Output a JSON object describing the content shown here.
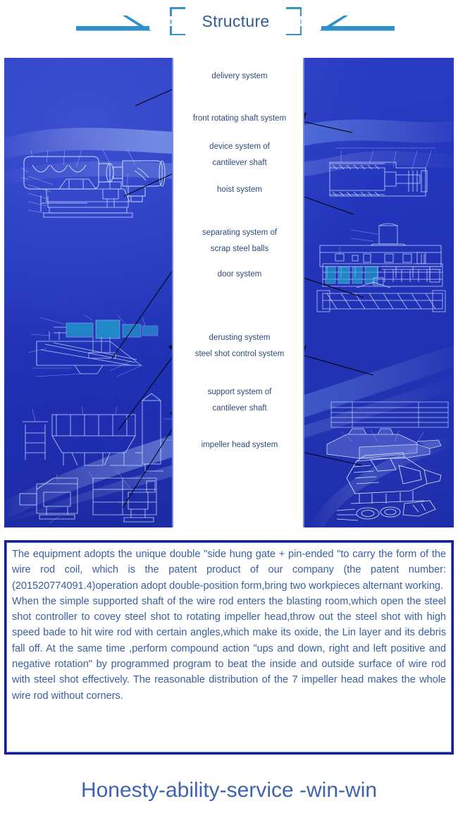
{
  "header": {
    "title": "Structure",
    "left_arrow_icon": "arrow-right-icon",
    "right_arrow_icon": "arrow-left-icon"
  },
  "diagram": {
    "center_labels": [
      {
        "id": "delivery-system",
        "text": "delivery system",
        "lines": [
          "delivery system"
        ]
      },
      {
        "id": "front-rotating-shaft-system",
        "text": "front rotating shaft system",
        "lines": [
          "front rotating shaft system"
        ]
      },
      {
        "id": "device-system-of-cantilever-shaft",
        "text": "device system of cantilever shaft",
        "lines": [
          "device system of",
          "cantilever shaft"
        ]
      },
      {
        "id": "hoist-system",
        "text": "hoist system",
        "lines": [
          "hoist system"
        ]
      },
      {
        "id": "separating-system-of-scrap-steel-balls",
        "text": "separating system of scrap steel balls",
        "lines": [
          "separating system of",
          "scrap steel balls"
        ]
      },
      {
        "id": "door-system",
        "text": "door system",
        "lines": [
          "door system"
        ]
      },
      {
        "id": "derusting-system",
        "text": "derusting system",
        "lines": [
          "derusting system"
        ]
      },
      {
        "id": "steel-shot-control-system",
        "text": "steel shot control system",
        "lines": [
          "steel shot control system"
        ]
      },
      {
        "id": "support-system-of-cantilever-shaft",
        "text": "support system of cantilever shaft",
        "lines": [
          "support system of",
          "cantilever shaft"
        ]
      },
      {
        "id": "impeller-head-system",
        "text": "impeller head system",
        "lines": [
          "impeller head system"
        ]
      }
    ],
    "label_lines": {
      "l0a": "delivery system",
      "l1a": "front rotating shaft system",
      "l2a": "device system of",
      "l2b": "cantilever shaft",
      "l3a": "hoist system",
      "l4a": "separating system of",
      "l4b": "scrap steel balls",
      "l5a": "door system",
      "l6a": "derusting system",
      "l7a": "steel shot control system",
      "l8a": "support system of",
      "l8b": "cantilever shaft",
      "l9a": "impeller head system"
    }
  },
  "description": {
    "paragraph_1": "The equipment adopts the unique double \"side hung gate + pin-ended \"to carry the form of the wire rod coil, which is the patent product of our company (the patent number:(201520774091.4)operation adopt double-position form,bring two workpieces alternant working.",
    "paragraph_2": "When the simple supported shaft of the wire rod enters the blasting room,which open  the steel shot controller to covey steel shot to rotating impeller head,throw out the steel shot with high speed bade to hit wire rod with certain angles,which make its oxide, the Lin layer and its debris fall off. At the same time ,perform compound action \"ups and down, right and left positive and negative rotation\" by programmed program to beat the inside and outside surface of wire rod with steel shot effectively. The reasonable distribution of the 7 impeller head makes the whole wire rod without corners."
  },
  "footer": {
    "tagline": "Honesty-ability-service -win-win"
  },
  "colors": {
    "accent_blue": "#3a93c4",
    "title_text": "#2f5c96",
    "panel_blue": "#2436bd",
    "desc_border": "#1b1f8e",
    "desc_text": "#3a5fa0",
    "footer_text": "#3e63b0"
  }
}
